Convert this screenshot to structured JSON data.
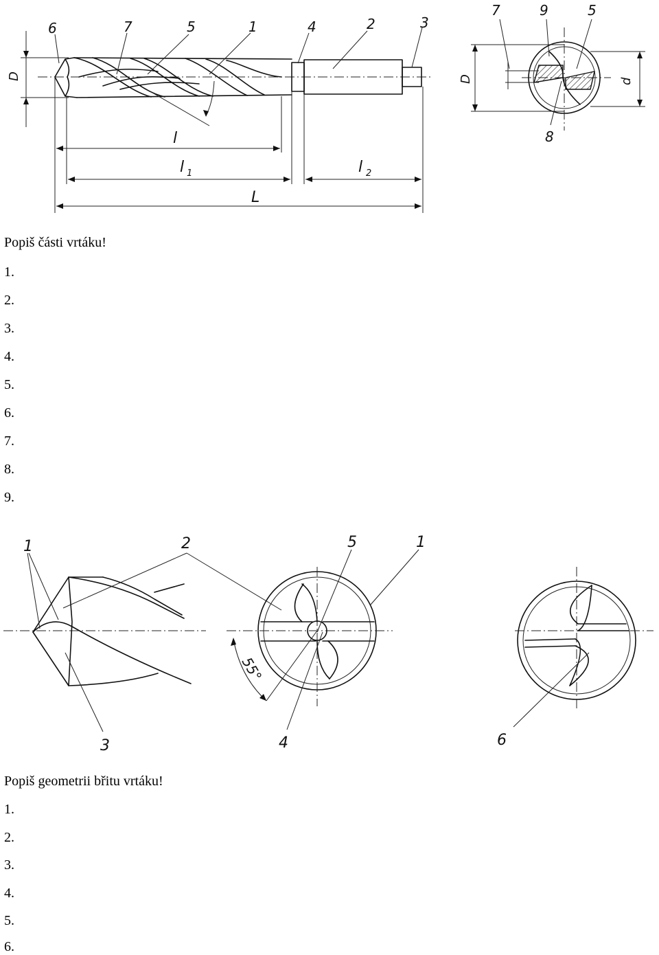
{
  "section1": {
    "title": "Popiš části vrtáku!",
    "items": [
      "1.",
      "2.",
      "3.",
      "4.",
      "5.",
      "6.",
      "7.",
      "8.",
      "9."
    ]
  },
  "figure1": {
    "callouts": [
      "6",
      "7",
      "5",
      "1",
      "4",
      "2",
      "3"
    ],
    "section_callouts": [
      "7",
      "9",
      "5",
      "8"
    ],
    "dimensions": {
      "D": "D",
      "l": "l",
      "l1": "l",
      "l1_sub": "1",
      "l2": "l",
      "l2_sub": "2",
      "L": "L",
      "D_section": "D",
      "d": "d"
    }
  },
  "figure2": {
    "callouts": [
      "1",
      "2",
      "5",
      "1",
      "3",
      "4",
      "6"
    ],
    "angle": "55°"
  },
  "section2": {
    "title": "Popiš geometrii břitu vrtáku!",
    "items": [
      "1.",
      "2.",
      "3.",
      "4.",
      "5.",
      "6."
    ]
  }
}
